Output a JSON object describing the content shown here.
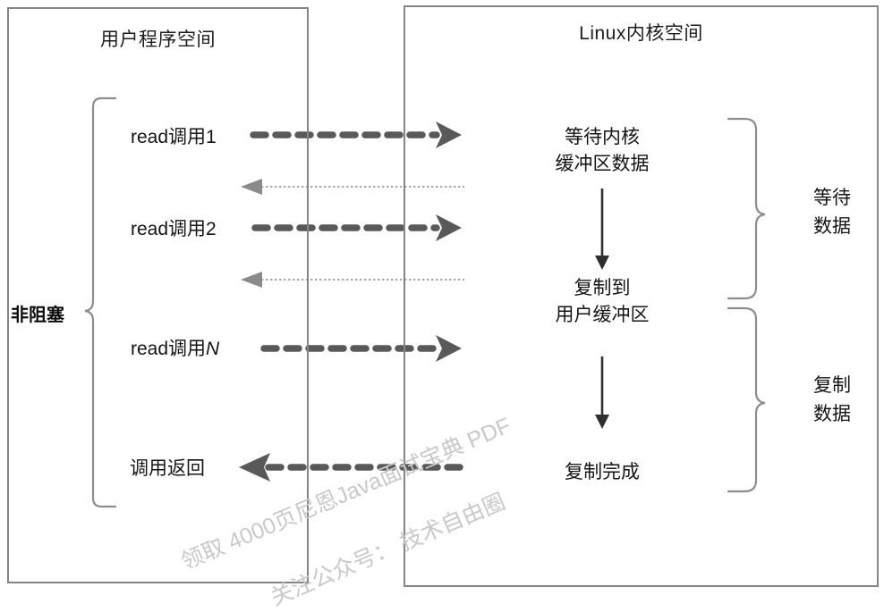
{
  "diagram": {
    "title": "Non-blocking I/O model diagram",
    "user_space": {
      "title": "用户程序空间",
      "group_label": "非阻塞",
      "calls": [
        {
          "id": "read1",
          "label_prefix": "read调用",
          "label_suffix": "1"
        },
        {
          "id": "read2",
          "label_prefix": "read调用",
          "label_suffix": "2"
        },
        {
          "id": "readN",
          "label_prefix": "read调用",
          "label_suffix": "N"
        },
        {
          "id": "return",
          "label_prefix": "调用返回",
          "label_suffix": ""
        }
      ]
    },
    "kernel_space": {
      "title": "Linux内核空间",
      "steps": [
        {
          "id": "wait",
          "label": "等待内核\n缓冲区数据"
        },
        {
          "id": "copy-to",
          "label": "复制到\n用户缓冲区"
        },
        {
          "id": "done",
          "label": "复制完成"
        }
      ],
      "braces": [
        {
          "id": "wait-data",
          "label": "等待\n数据"
        },
        {
          "id": "copy-data",
          "label": "复制\n数据"
        }
      ]
    },
    "flows": [
      {
        "id": "read1-out",
        "direction": "right",
        "style": "thick-dashed"
      },
      {
        "id": "return1-in",
        "direction": "left",
        "style": "thin-dotted"
      },
      {
        "id": "read2-out",
        "direction": "right",
        "style": "thick-dashed"
      },
      {
        "id": "return2-in",
        "direction": "left",
        "style": "thin-dotted"
      },
      {
        "id": "readN-out",
        "direction": "right",
        "style": "thick-dashed"
      },
      {
        "id": "return-in",
        "direction": "left",
        "style": "thick-dashed"
      },
      {
        "id": "wait-to-copy",
        "direction": "down",
        "style": "solid"
      },
      {
        "id": "copy-to-done",
        "direction": "down",
        "style": "solid"
      }
    ],
    "watermark": {
      "line1": "领取 4000页尼恩Java面试宝典 PDF",
      "line2": "关注公众号：  技术自由圈"
    },
    "colors": {
      "box_border": "#858585",
      "arrow_dark": "#595959",
      "arrow_light": "#7f7f7f",
      "text": "#141414",
      "watermark": "#c9c9c9",
      "background": "#ffffff"
    }
  }
}
